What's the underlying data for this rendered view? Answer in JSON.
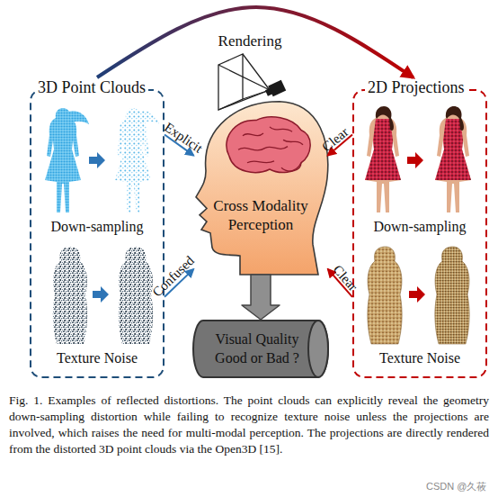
{
  "diagram": {
    "caption": "Fig. 1. Examples of reflected distortions. The point clouds can explicitly reveal the geometry down-sampling distortion while failing to recognize texture noise unless the projections are involved, which raises the need for multi-modal perception. The projections are directly rendered from the distorted 3D point clouds via the Open3D [15].",
    "nodes": [
      {
        "text": [
          "3D Point Clouds",
          "Down-sampling",
          "Texture Noise"
        ]
      },
      {
        "text": [
          "2D Projections",
          "Down-sampling",
          "Texture Noise"
        ]
      },
      {
        "text": [
          "Cross Modality Perception"
        ]
      },
      {
        "text": [
          "Visual Quality Good or Bad ?"
        ]
      }
    ],
    "edges": [
      {
        "from": 0,
        "to": 1,
        "arrow": "to",
        "label": "Rendering"
      },
      {
        "from": 0,
        "to": 2,
        "arrow": "to",
        "label": "Explicit"
      },
      {
        "from": 0,
        "to": 2,
        "arrow": "to",
        "label": "Confused"
      },
      {
        "from": 1,
        "to": 2,
        "arrow": "to",
        "label": "Clear"
      },
      {
        "from": 1,
        "to": 2,
        "arrow": "to",
        "label": "Clear"
      },
      {
        "from": 2,
        "to": 3,
        "arrow": "to"
      }
    ],
    "labels": [
      "CSDN @久莜"
    ]
  }
}
